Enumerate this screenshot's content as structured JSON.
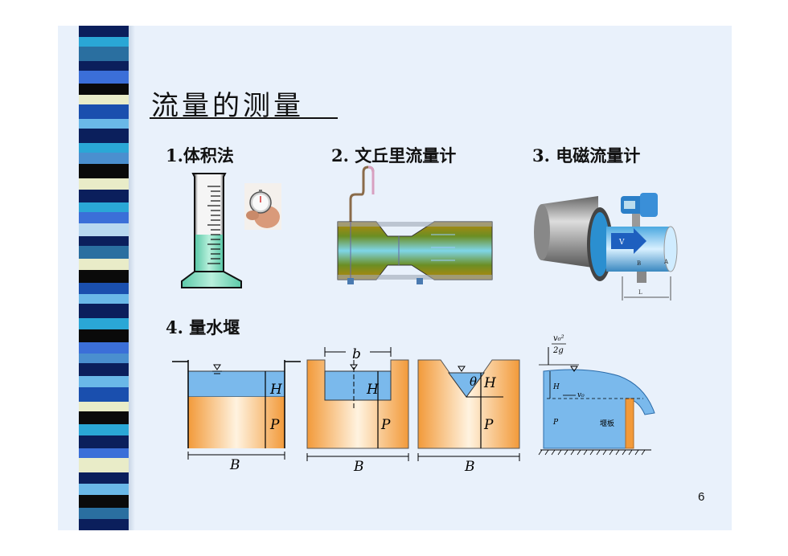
{
  "title": "流量的测量",
  "methods": {
    "m1": "1.体积法",
    "m2": "2. 文丘里流量计",
    "m3": "3. 电磁流量计",
    "m4": "4. 量水堰"
  },
  "weir_labels": {
    "H": "H",
    "P": "P",
    "B": "B",
    "b": "b",
    "theta": "θ",
    "head": "v₀²",
    "head_den": "2g",
    "v0": "v₀",
    "weir_plate": "堰板"
  },
  "meter_labels": {
    "V": "V",
    "B": "B",
    "A": "A",
    "L": "L"
  },
  "page_number": "6",
  "colors": {
    "slide_bg": "#e9f1fb",
    "water": "#7ab9ec",
    "weir_orange": "#f29a3a"
  }
}
